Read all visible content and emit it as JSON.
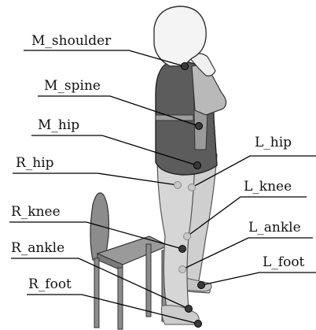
{
  "labels": {
    "m_shoulder": "M_shoulder",
    "m_spine": "M_spine",
    "m_hip": "M_hip",
    "r_hip": "R_hip",
    "r_knee": "R_knee",
    "r_ankle": "R_ankle",
    "r_foot": "R_foot",
    "l_hip": "L_hip",
    "l_knee": "L_knee",
    "l_ankle": "L_ankle",
    "l_foot": "L_foot"
  },
  "colors": {
    "torso": "#5c5c5c",
    "vest": "#7a7a7a",
    "arm": "#b9b9b9",
    "leg_near": "#d6d6d6",
    "leg_far": "#cfcfcf",
    "chair": "#8c8c8c",
    "head": "#f4f4f4"
  }
}
